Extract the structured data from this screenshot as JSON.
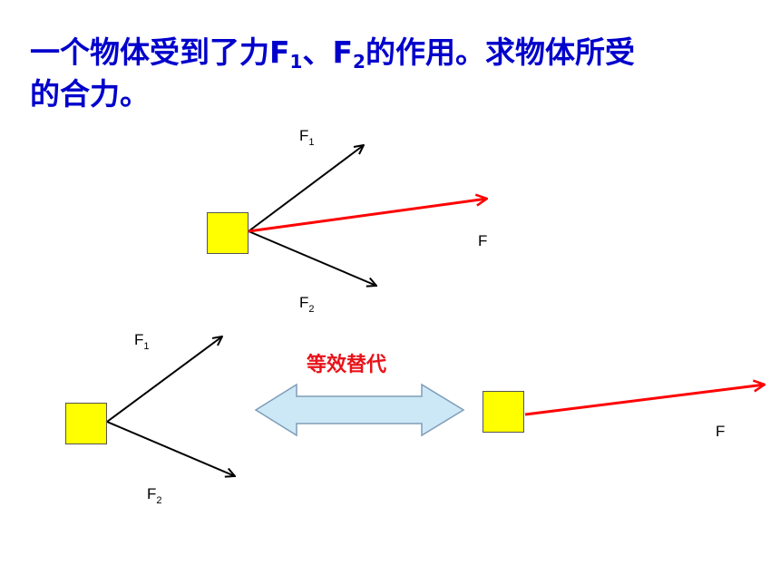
{
  "title": {
    "line1_part1": "一个物体受到了力F",
    "sub1": "1",
    "line1_part2": "、F",
    "sub2": "2",
    "line1_part3": "的作用。求物体所受",
    "line2": "的合力。"
  },
  "top_diagram": {
    "f1_label": "F",
    "f1_sub": "1",
    "f2_label": "F",
    "f2_sub": "2",
    "resultant_label": "F"
  },
  "bottom_left_diagram": {
    "f1_label": "F",
    "f1_sub": "1",
    "f2_label": "F",
    "f2_sub": "2"
  },
  "equivalence": {
    "label": "等效替代"
  },
  "bottom_right_diagram": {
    "resultant_label": "F"
  },
  "colors": {
    "title": "#0000cc",
    "box_fill": "#ffff00",
    "force_arrow": "#000000",
    "resultant_arrow": "#ff0000",
    "double_arrow_fill": "#cce8f6",
    "double_arrow_stroke": "#7f9db9",
    "equiv_label": "#e8131a"
  }
}
